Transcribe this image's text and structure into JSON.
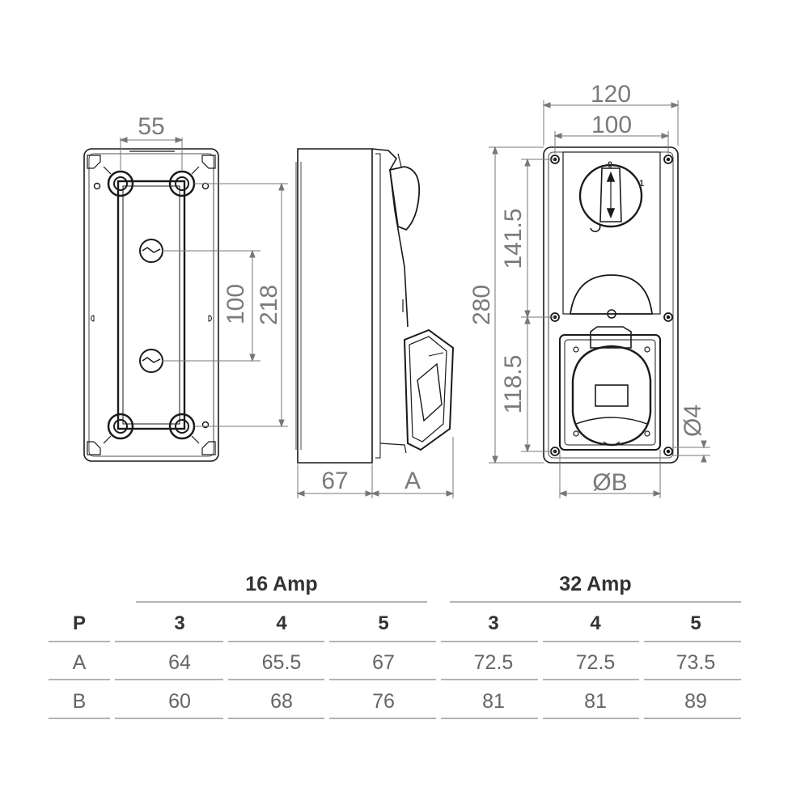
{
  "dimensions": {
    "front_width": "55",
    "front_inner_height": "100",
    "front_outer_height": "218",
    "side_depth": "67",
    "side_socket": "A",
    "right_outer_width": "120",
    "right_inner_width": "100",
    "right_height": "280",
    "right_upper": "141.5",
    "right_lower": "118.5",
    "hole_diameter": "Ø4",
    "socket_diameter": "ØB"
  },
  "switch_labels": {
    "off": "0",
    "on": "1"
  },
  "table": {
    "groups": [
      "16 Amp",
      "32 Amp"
    ],
    "header": [
      "P",
      "3",
      "4",
      "5",
      "3",
      "4",
      "5"
    ],
    "rows": [
      [
        "A",
        "64",
        "65.5",
        "67",
        "72.5",
        "72.5",
        "73.5"
      ],
      [
        "B",
        "60",
        "68",
        "76",
        "81",
        "81",
        "89"
      ]
    ]
  }
}
